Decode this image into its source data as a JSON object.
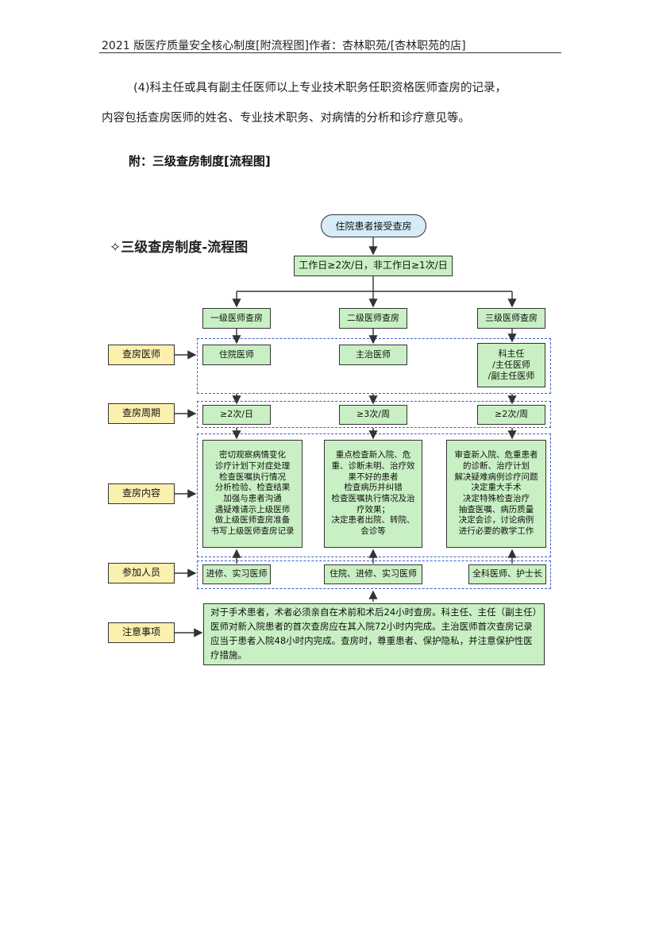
{
  "header": {
    "text": "2021 版医疗质量安全核心制度[附流程图]作者：杏林职苑/[杏林职苑的店]"
  },
  "body": {
    "para1_line1": "(4)科主任或具有副主任医师以上专业技术职务任职资格医师查房的记录，",
    "para1_line2": "内容包括查房医师的姓名、专业技术职务、对病情的分析和诊疗意见等。",
    "subheading": "附：三级查房制度[流程图]"
  },
  "flowchart": {
    "title": "✧三级查房制度-流程图",
    "start": "住院患者接受查房",
    "frequency": "工作日≥2次/日，非工作日≥1次/日",
    "row_labels": [
      "查房医师",
      "查房周期",
      "查房内容",
      "参加人员",
      "注意事项"
    ],
    "columns": [
      {
        "level": "一级医师查房",
        "doctor": "住院医师",
        "cycle": "≥2次/日",
        "content": "密切观察病情变化\n诊疗计划下对症处理\n检查医嘱执行情况\n分析检验、检查结果\n加强与患者沟通\n遇疑难请示上级医师\n做上级医师查房准备\n书写上级医师查房记录",
        "staff": "进修、实习医师"
      },
      {
        "level": "二级医师查房",
        "doctor": "主治医师",
        "cycle": "≥3次/周",
        "content": "重点检查新入院、危\n重、诊断未明、治疗效\n果不好的患者\n检查病历并纠错\n检查医嘱执行情况及治\n疗效果；\n决定患者出院、转院、\n会诊等",
        "staff": "住院、进修、实习医师"
      },
      {
        "level": "三级医师查房",
        "doctor": "科主任\n/主任医师\n/副主任医师",
        "cycle": "≥2次/周",
        "content": "审查新入院、危重患者\n的诊断、治疗计划\n解决疑难病例诊疗问题\n决定重大手术\n决定特殊检查治疗\n抽查医嘱、病历质量\n决定会诊，讨论病例\n进行必要的教学工作",
        "staff": "全科医师、护士长"
      }
    ],
    "notes": "对于手术患者，术者必须亲自在术前和术后24小时查房。科主任、主任（副主任）医师对新入院患者的首次查房应在其入院72小时内完成。主治医师首次查房记录应当于患者入院48小时内完成。查房时，尊重患者、保护隐私，并注意保护性医疗措施。"
  }
}
